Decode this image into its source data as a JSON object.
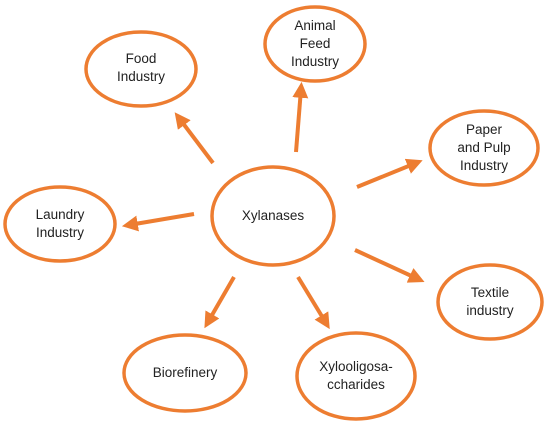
{
  "diagram": {
    "accent_color": "#ED7D31",
    "center": {
      "label": "Xylanases"
    },
    "nodes": [
      {
        "key": "food",
        "label": "Food\nIndustry"
      },
      {
        "key": "animal_feed",
        "label": "Animal\nFeed\nIndustry"
      },
      {
        "key": "paper_pulp",
        "label": "Paper\nand Pulp\nIndustry"
      },
      {
        "key": "laundry",
        "label": "Laundry\nIndustry"
      },
      {
        "key": "textile",
        "label": "Textile\nindustry"
      },
      {
        "key": "biorefinery",
        "label": "Biorefinery"
      },
      {
        "key": "xylooligo",
        "label": "Xylooligosa-\nccharides"
      }
    ]
  }
}
